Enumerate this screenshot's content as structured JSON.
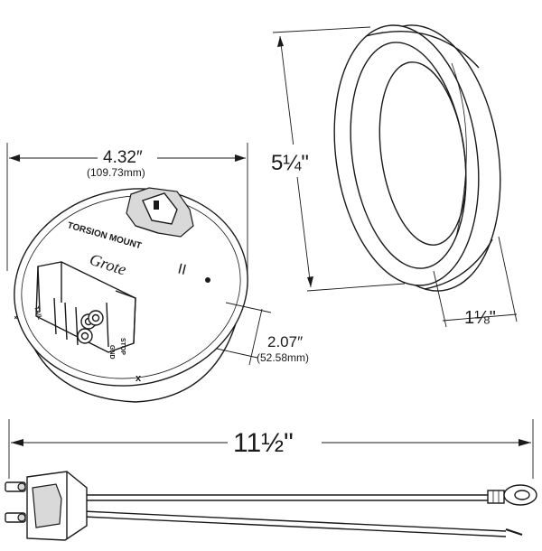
{
  "dimensions": {
    "width_main": "4.32″",
    "width_metric": "(109.73mm)",
    "depth_main": "2.07″",
    "depth_metric": "(52.58mm)",
    "grommet_height": "5¼\"",
    "grommet_depth": "1⅛\"",
    "lead_length": "11½\""
  },
  "labels": {
    "torsion_mount": "TORSION MOUNT",
    "roman_mark": "II",
    "brand_script": "Grote",
    "pin_tail": "TAIL",
    "pin_stop": "STOP",
    "pin_gnd": "GND",
    "pin_plus": "+",
    "pin_x": "x"
  },
  "colors": {
    "line": "#1a1a1a",
    "background": "#ffffff",
    "shade": "#d9d9d9"
  }
}
